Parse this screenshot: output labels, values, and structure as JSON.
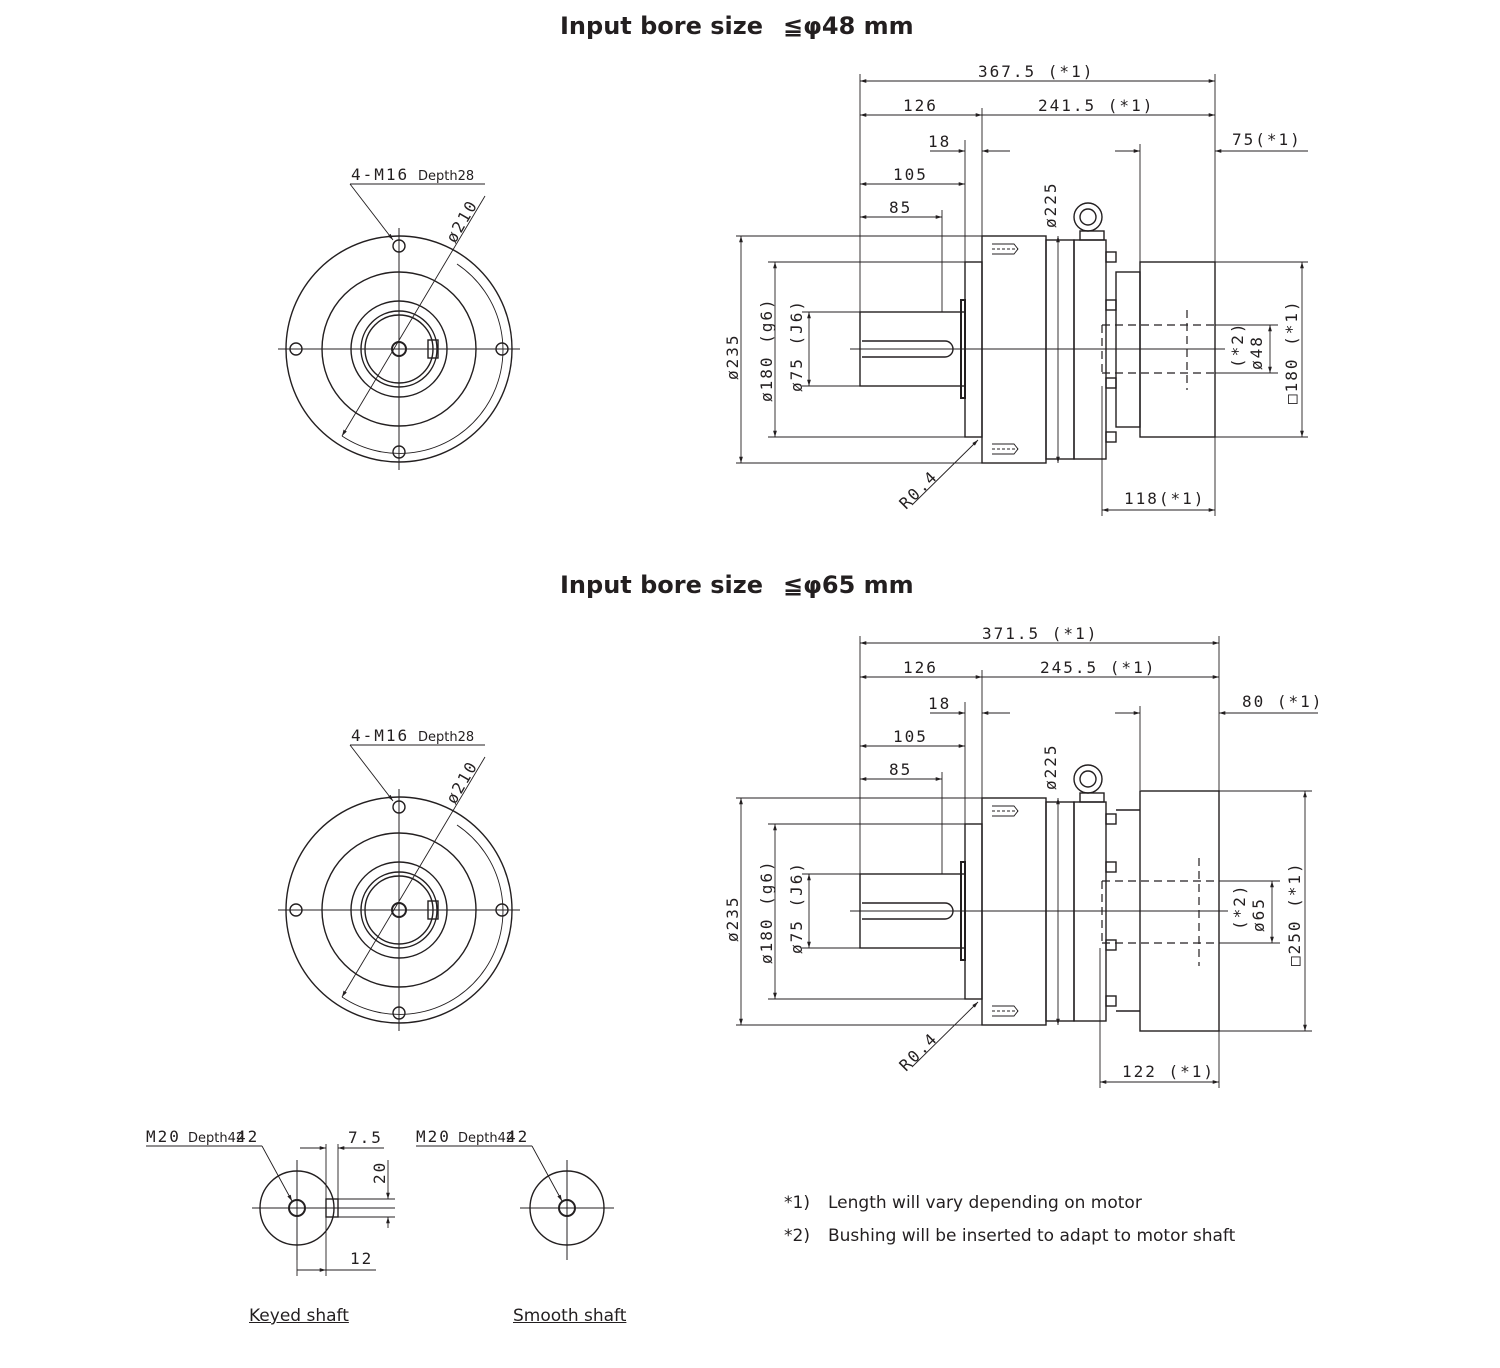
{
  "sections": [
    {
      "title": "Input bore size",
      "title_limit": "≦φ48 mm",
      "front": {
        "tap_label": "4-M16",
        "tap_depth": "Depth28",
        "pcd": "ø210"
      },
      "side": {
        "overall": "367.5 (*1)",
        "flange_len": "126",
        "adapter_len": "241.5 (*1)",
        "step": "18",
        "shaft_to_face": "105",
        "key_len": "85",
        "motor_len": "75(*1)",
        "housing_dia": "ø225",
        "flange_dia": "ø235",
        "pilot_dia": "ø180 (g6)",
        "shaft_dia": "ø75 (J6)",
        "fillet": "R0.4",
        "bore_note": "(*2)",
        "bore_dia": "ø48",
        "square": "□180 (*1)",
        "adapter_total": "118(*1)"
      }
    },
    {
      "title": "Input bore size",
      "title_limit": "≦φ65 mm",
      "front": {
        "tap_label": "4-M16",
        "tap_depth": "Depth28",
        "pcd": "ø210"
      },
      "side": {
        "overall": "371.5 (*1)",
        "flange_len": "126",
        "adapter_len": "245.5 (*1)",
        "step": "18",
        "shaft_to_face": "105",
        "key_len": "85",
        "motor_len": "80 (*1)",
        "housing_dia": "ø225",
        "flange_dia": "ø235",
        "pilot_dia": "ø180 (g6)",
        "shaft_dia": "ø75 (J6)",
        "fillet": "R0.4",
        "bore_note": "(*2)",
        "bore_dia": "ø65",
        "square": "□250 (*1)",
        "adapter_total": "122 (*1)"
      }
    }
  ],
  "shaft_ends": {
    "keyed": {
      "tap_label": "M20",
      "tap_depth": "Depth42",
      "key_width": "7.5",
      "key_height": "20",
      "key_depth": "12",
      "caption": "Keyed shaft"
    },
    "smooth": {
      "tap_label": "M20",
      "tap_depth": "Depth42",
      "caption": "Smooth shaft"
    }
  },
  "notes": [
    {
      "num": "*1)",
      "text": "Length will vary depending on motor"
    },
    {
      "num": "*2)",
      "text": "Bushing will be inserted to adapt to motor shaft"
    }
  ]
}
